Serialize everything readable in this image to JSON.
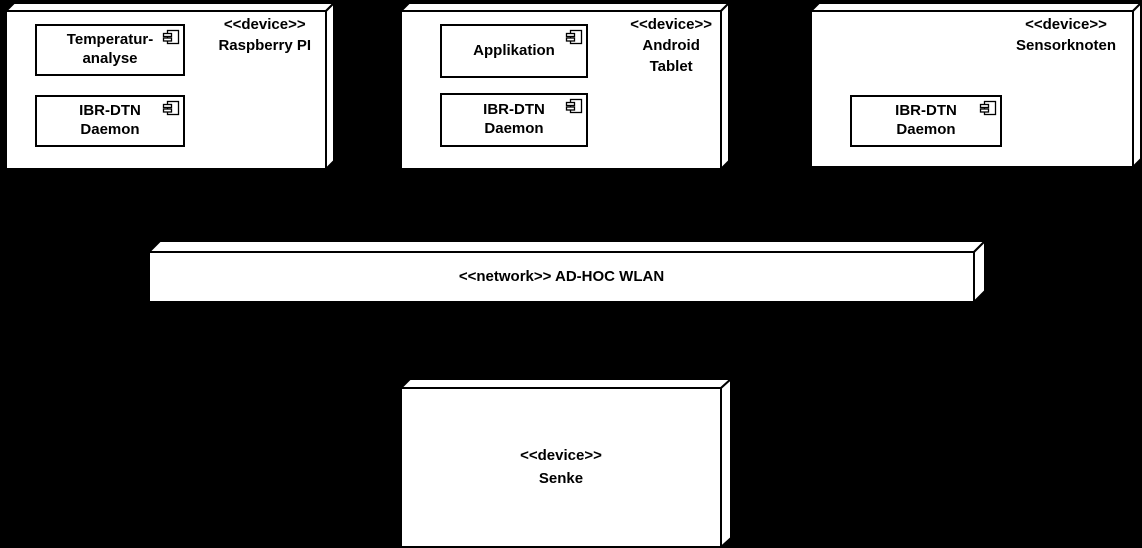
{
  "colors": {
    "background": "#000000",
    "node_fill": "#ffffff",
    "stroke": "#000000",
    "text": "#000000"
  },
  "nodes": {
    "raspberry_pi": {
      "stereotype": "<<device>>",
      "name": "Raspberry PI",
      "components": [
        {
          "lines": [
            "Temperatur-",
            "analyse"
          ]
        },
        {
          "lines": [
            "IBR-DTN",
            "Daemon"
          ]
        }
      ]
    },
    "android_tablet": {
      "stereotype": "<<device>>",
      "name_line1": "Android",
      "name_line2": "Tablet",
      "components": [
        {
          "lines": [
            "Applikation"
          ]
        },
        {
          "lines": [
            "IBR-DTN",
            "Daemon"
          ]
        }
      ]
    },
    "sensorknoten": {
      "stereotype": "<<device>>",
      "name": "Sensorknoten",
      "components": [
        {
          "lines": [
            "IBR-DTN",
            "Daemon"
          ]
        }
      ]
    },
    "network": {
      "label": "<<network>> AD-HOC WLAN"
    },
    "senke": {
      "stereotype": "<<device>>",
      "name": "Senke"
    }
  }
}
